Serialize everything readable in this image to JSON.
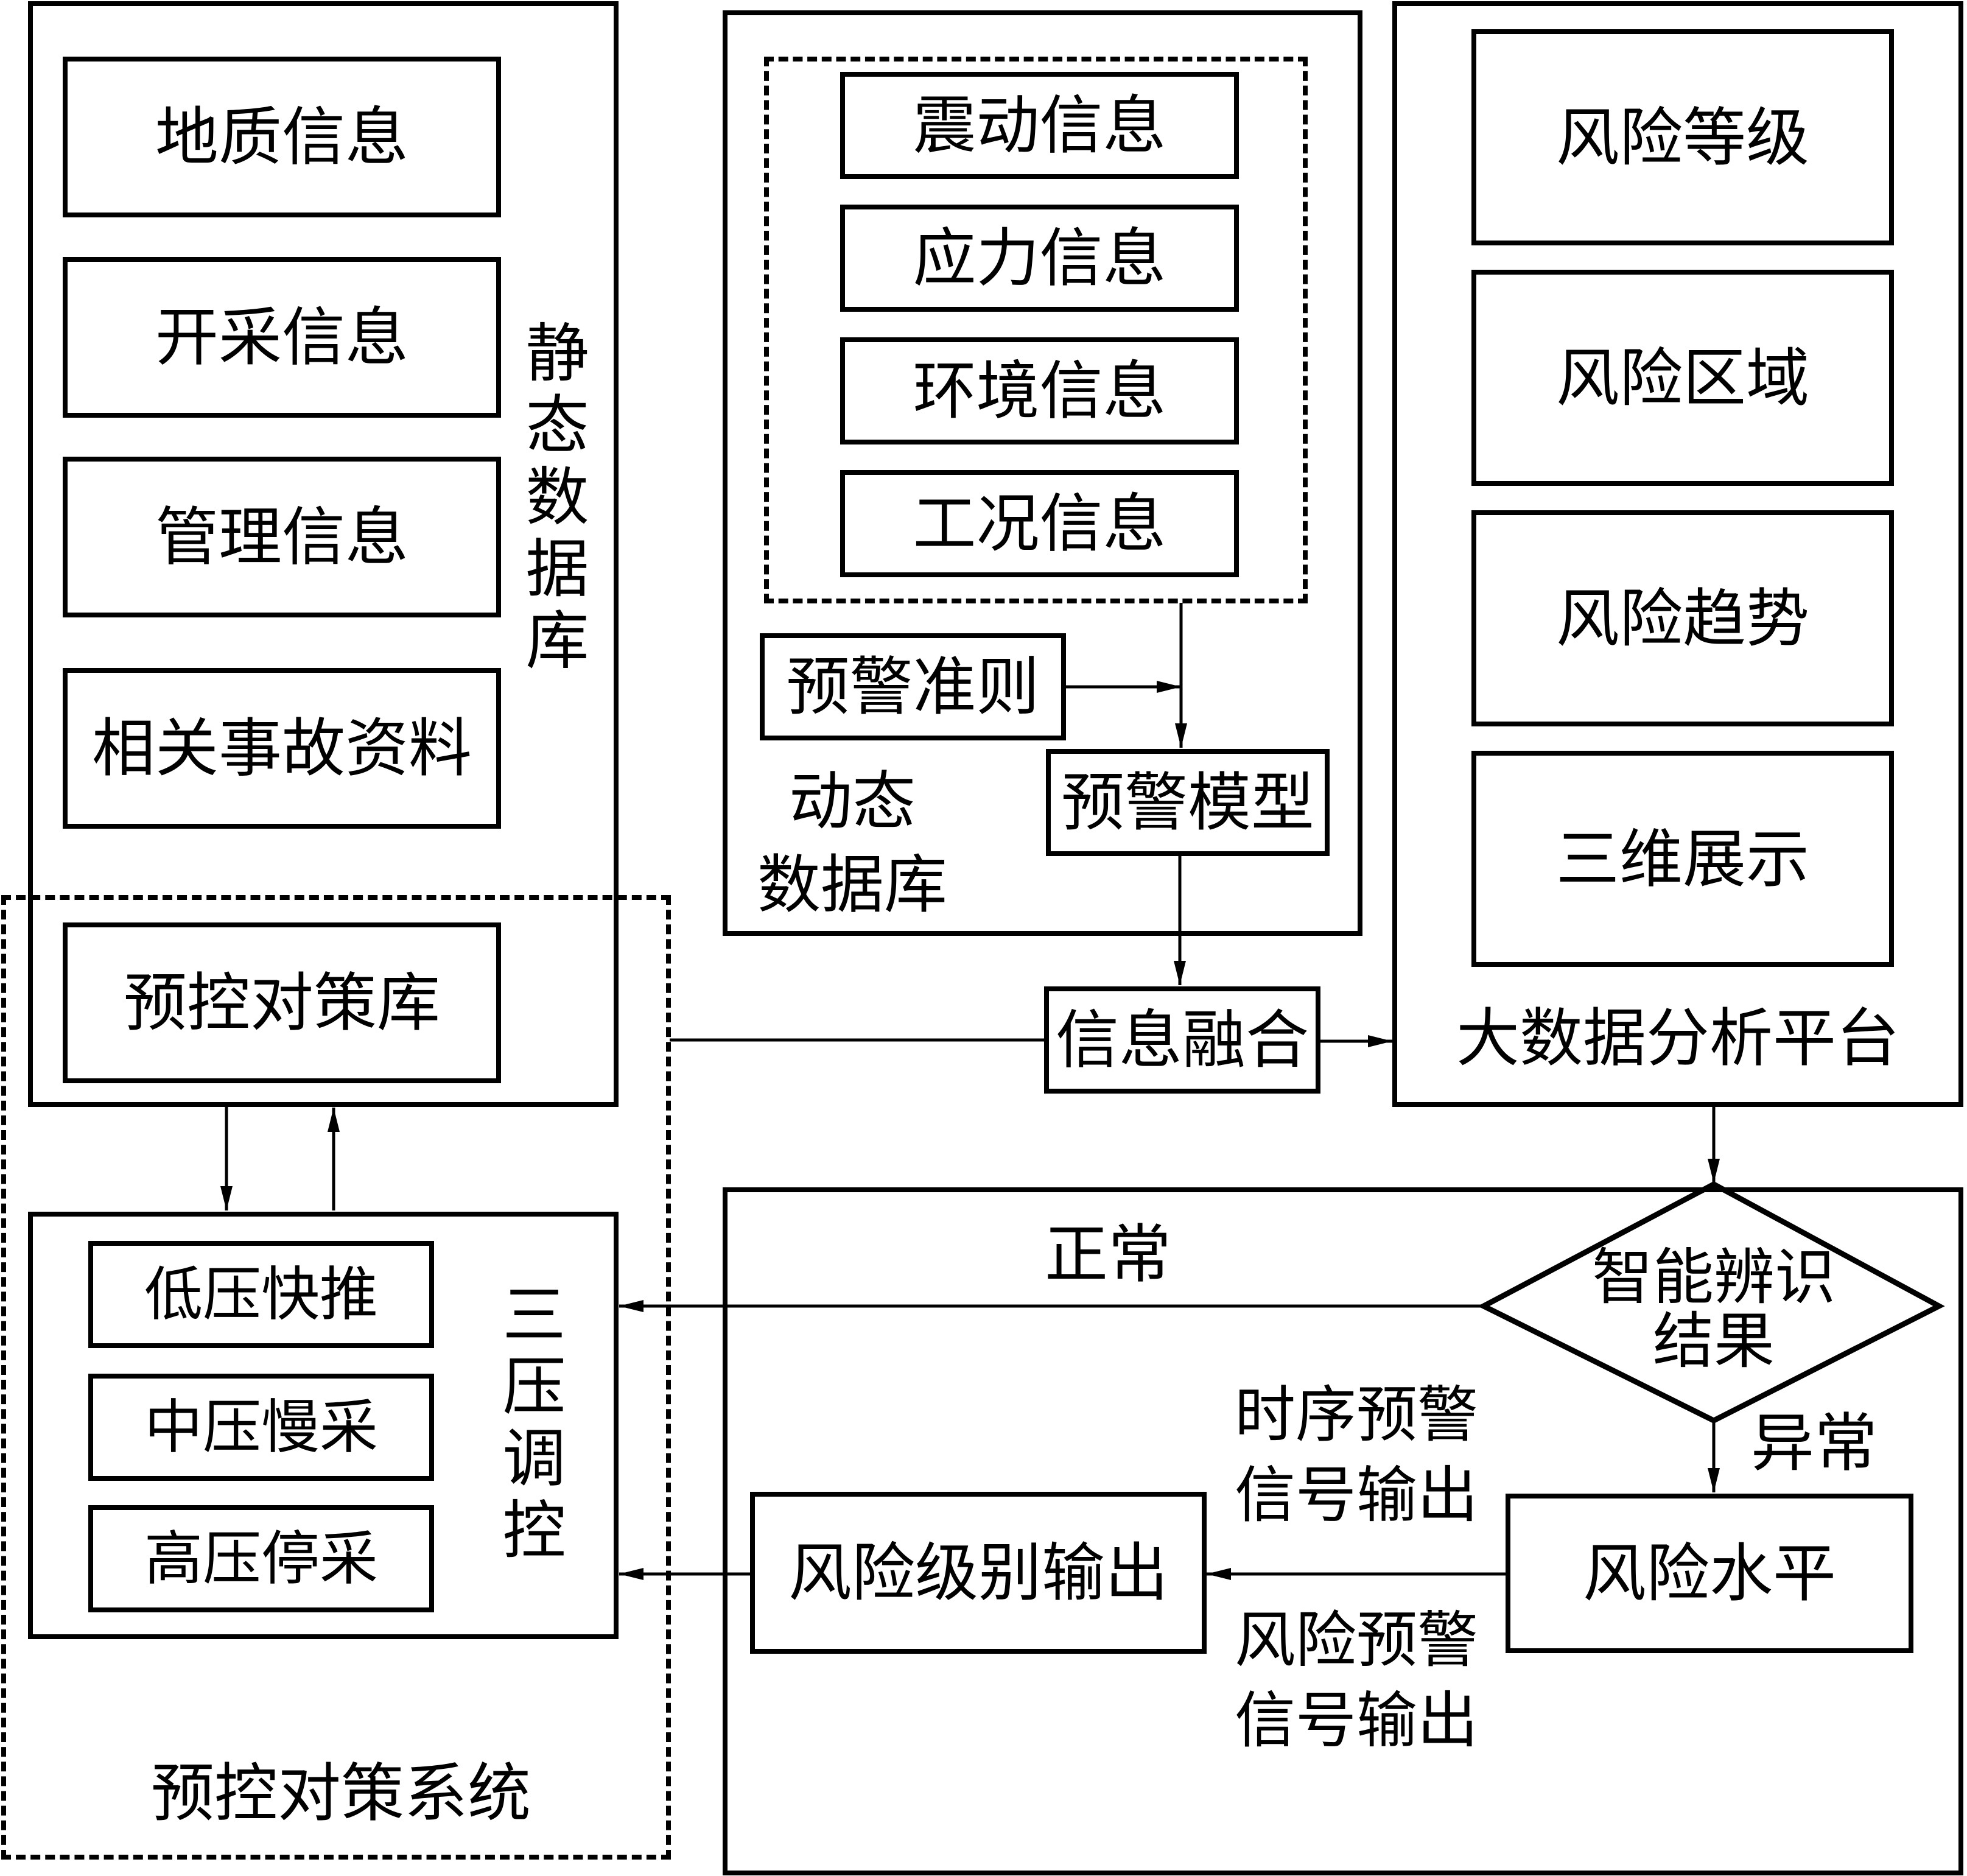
{
  "static_db": {
    "title": "静态数据库",
    "items": [
      "地质信息",
      "开采信息",
      "管理信息",
      "相关事故资料",
      "预控对策库"
    ]
  },
  "dynamic_db": {
    "title": "动态\n数据库",
    "sensor_items": [
      "震动信息",
      "应力信息",
      "环境信息",
      "工况信息"
    ],
    "criteria": "预警准则",
    "model": "预警模型"
  },
  "fusion": {
    "label": "信息融合"
  },
  "platform": {
    "title": "大数据分析平台",
    "items": [
      "风险等级",
      "风险区域",
      "风险趋势",
      "三维展示"
    ]
  },
  "decision": {
    "label": "智能辨识\n结果",
    "normal_label": "正常",
    "abnormal_label": "异常",
    "risk_level": "风险水平",
    "risk_output": "风险级别输出",
    "signal_time": "时序预警\n信号输出",
    "signal_risk": "风险预警\n信号输出"
  },
  "control_system": {
    "title": "预控对策系统",
    "three_pressure_title": "三压调控",
    "items": [
      "低压快推",
      "中压慢采",
      "高压停采"
    ]
  }
}
